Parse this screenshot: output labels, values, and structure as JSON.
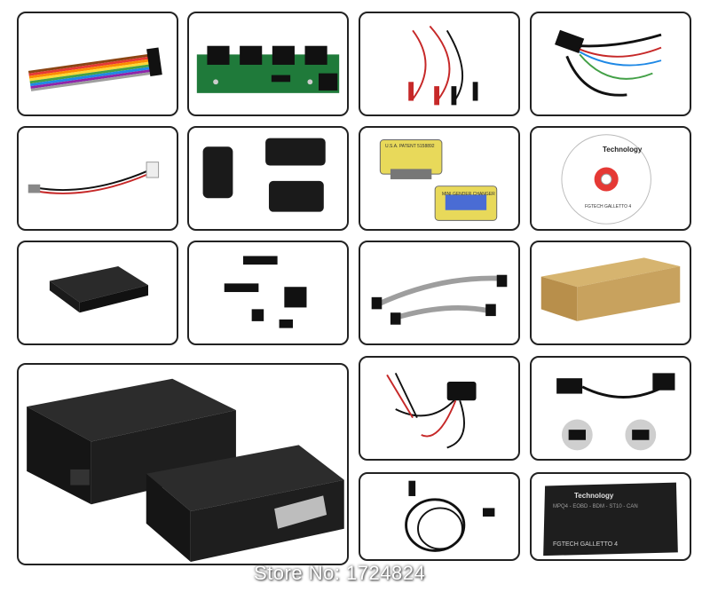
{
  "cd_label": {
    "brand": "Technology",
    "caption": "FGTECH GALLETTO 4"
  },
  "adapter_label": {
    "line1": "U.S.A. PATENT 5158892",
    "line2": "MINI GENDER CHANGER"
  },
  "device_label": {
    "model": "FGTECH GALLETTO 4",
    "brand": "Technology",
    "spec": "MPQ4 - EOBD - BDM - ST10 - CAN"
  },
  "watermark": "Store No: 1724824",
  "colors": {
    "frame": "#222222",
    "device": "#1e1e1e",
    "pcb": "#1f7a3a",
    "box": "#c8a25e"
  }
}
